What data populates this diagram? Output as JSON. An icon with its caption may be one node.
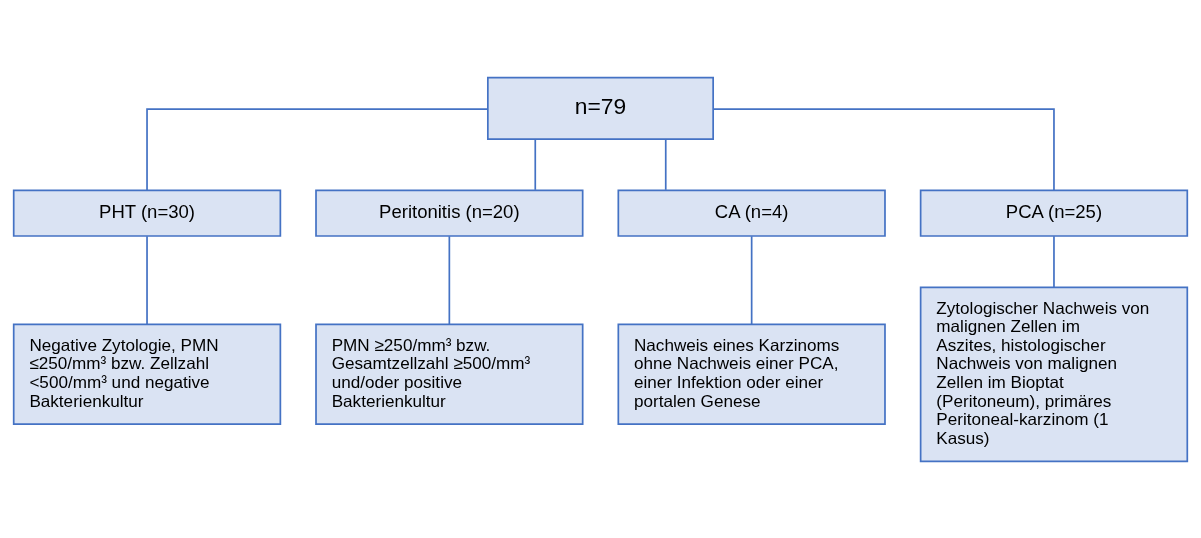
{
  "diagram": {
    "nodes": [
      {
        "text": [
          "n=79"
        ]
      },
      {
        "text": [
          "PHT (n=30)"
        ]
      },
      {
        "text": [
          "Peritonitis (n=20)"
        ]
      },
      {
        "text": [
          "CA (n=4)"
        ]
      },
      {
        "text": [
          "PCA (n=25)"
        ]
      },
      {
        "text": [
          "Negative Zytologie, PMN ≤250/mm³ bzw. Zellzahl <500/mm³ und negative Bakterienkultur"
        ]
      },
      {
        "text": [
          "PMN ≥250/mm³ bzw. Gesamtzellzahl ≥500/mm³ und/oder positive Bakterienkultur"
        ]
      },
      {
        "text": [
          "Nachweis eines Karzinoms ohne Nachweis einer PCA, einer Infektion oder einer portalen Genese"
        ]
      },
      {
        "text": [
          "Zytologischer Nachweis von malignen Zellen im Aszites, histologischer Nachweis von malignen Zellen im Bioptat (Peritoneum), primäres Peritoneal-karzinom (1 Kasus)"
        ]
      }
    ],
    "edges": [
      {
        "from": 0,
        "to": 1,
        "arrow": "none"
      },
      {
        "from": 0,
        "to": 2,
        "arrow": "none"
      },
      {
        "from": 0,
        "to": 3,
        "arrow": "none"
      },
      {
        "from": 0,
        "to": 4,
        "arrow": "none"
      },
      {
        "from": 1,
        "to": 5,
        "arrow": "none"
      },
      {
        "from": 2,
        "to": 6,
        "arrow": "none"
      },
      {
        "from": 3,
        "to": 7,
        "arrow": "none"
      },
      {
        "from": 4,
        "to": 8,
        "arrow": "none"
      }
    ]
  }
}
